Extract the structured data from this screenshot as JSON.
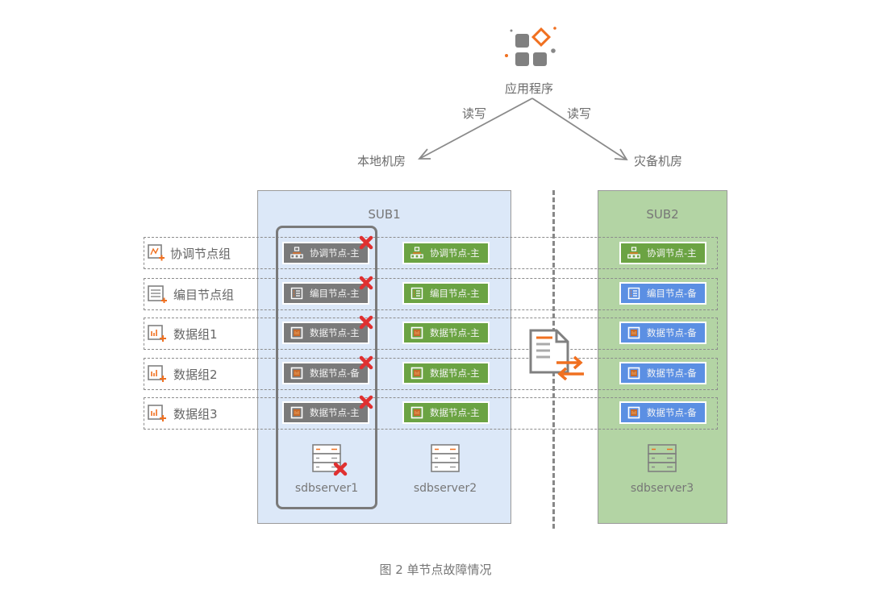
{
  "top": {
    "app_label": "应用程序",
    "left_arrow_label": "读写",
    "right_arrow_label": "读写",
    "left_target": "本地机房",
    "right_target": "灾备机房"
  },
  "subs": {
    "sub1_title": "SUB1",
    "sub2_title": "SUB2"
  },
  "rows": [
    {
      "label": "协调节点组",
      "icon": "coord-group-icon",
      "s1": {
        "text": "协调节点-主",
        "status": "failed"
      },
      "s2": {
        "text": "协调节点-主",
        "status": "primary"
      },
      "s3": {
        "text": "协调节点-主",
        "status": "primary"
      }
    },
    {
      "label": "编目节点组",
      "icon": "catalog-group-icon",
      "s1": {
        "text": "编目节点-主",
        "status": "failed"
      },
      "s2": {
        "text": "编目节点-主",
        "status": "primary"
      },
      "s3": {
        "text": "编目节点-备",
        "status": "standby"
      }
    },
    {
      "label": "数据组1",
      "icon": "data-group-icon",
      "s1": {
        "text": "数据节点-主",
        "status": "failed"
      },
      "s2": {
        "text": "数据节点-主",
        "status": "primary"
      },
      "s3": {
        "text": "数据节点-备",
        "status": "standby"
      }
    },
    {
      "label": "数据组2",
      "icon": "data-group-icon",
      "s1": {
        "text": "数据节点-备",
        "status": "failed"
      },
      "s2": {
        "text": "数据节点-主",
        "status": "primary"
      },
      "s3": {
        "text": "数据节点-备",
        "status": "standby"
      }
    },
    {
      "label": "数据组3",
      "icon": "data-group-icon",
      "s1": {
        "text": "数据节点-主",
        "status": "failed"
      },
      "s2": {
        "text": "数据节点-主",
        "status": "primary"
      },
      "s3": {
        "text": "数据节点-备",
        "status": "standby"
      }
    }
  ],
  "servers": [
    {
      "name": "sdbserver1",
      "failed": true
    },
    {
      "name": "sdbserver2",
      "failed": false
    },
    {
      "name": "sdbserver3",
      "failed": false
    }
  ],
  "colors": {
    "failed": "#7a7a7a",
    "primary": "#6ba343",
    "standby": "#5b8fe3",
    "accent": "#f07020",
    "error": "#e03030",
    "sub1_bg": "#dce8f8",
    "sub2_bg": "#b3d4a4"
  },
  "caption": "图 2  单节点故障情况"
}
